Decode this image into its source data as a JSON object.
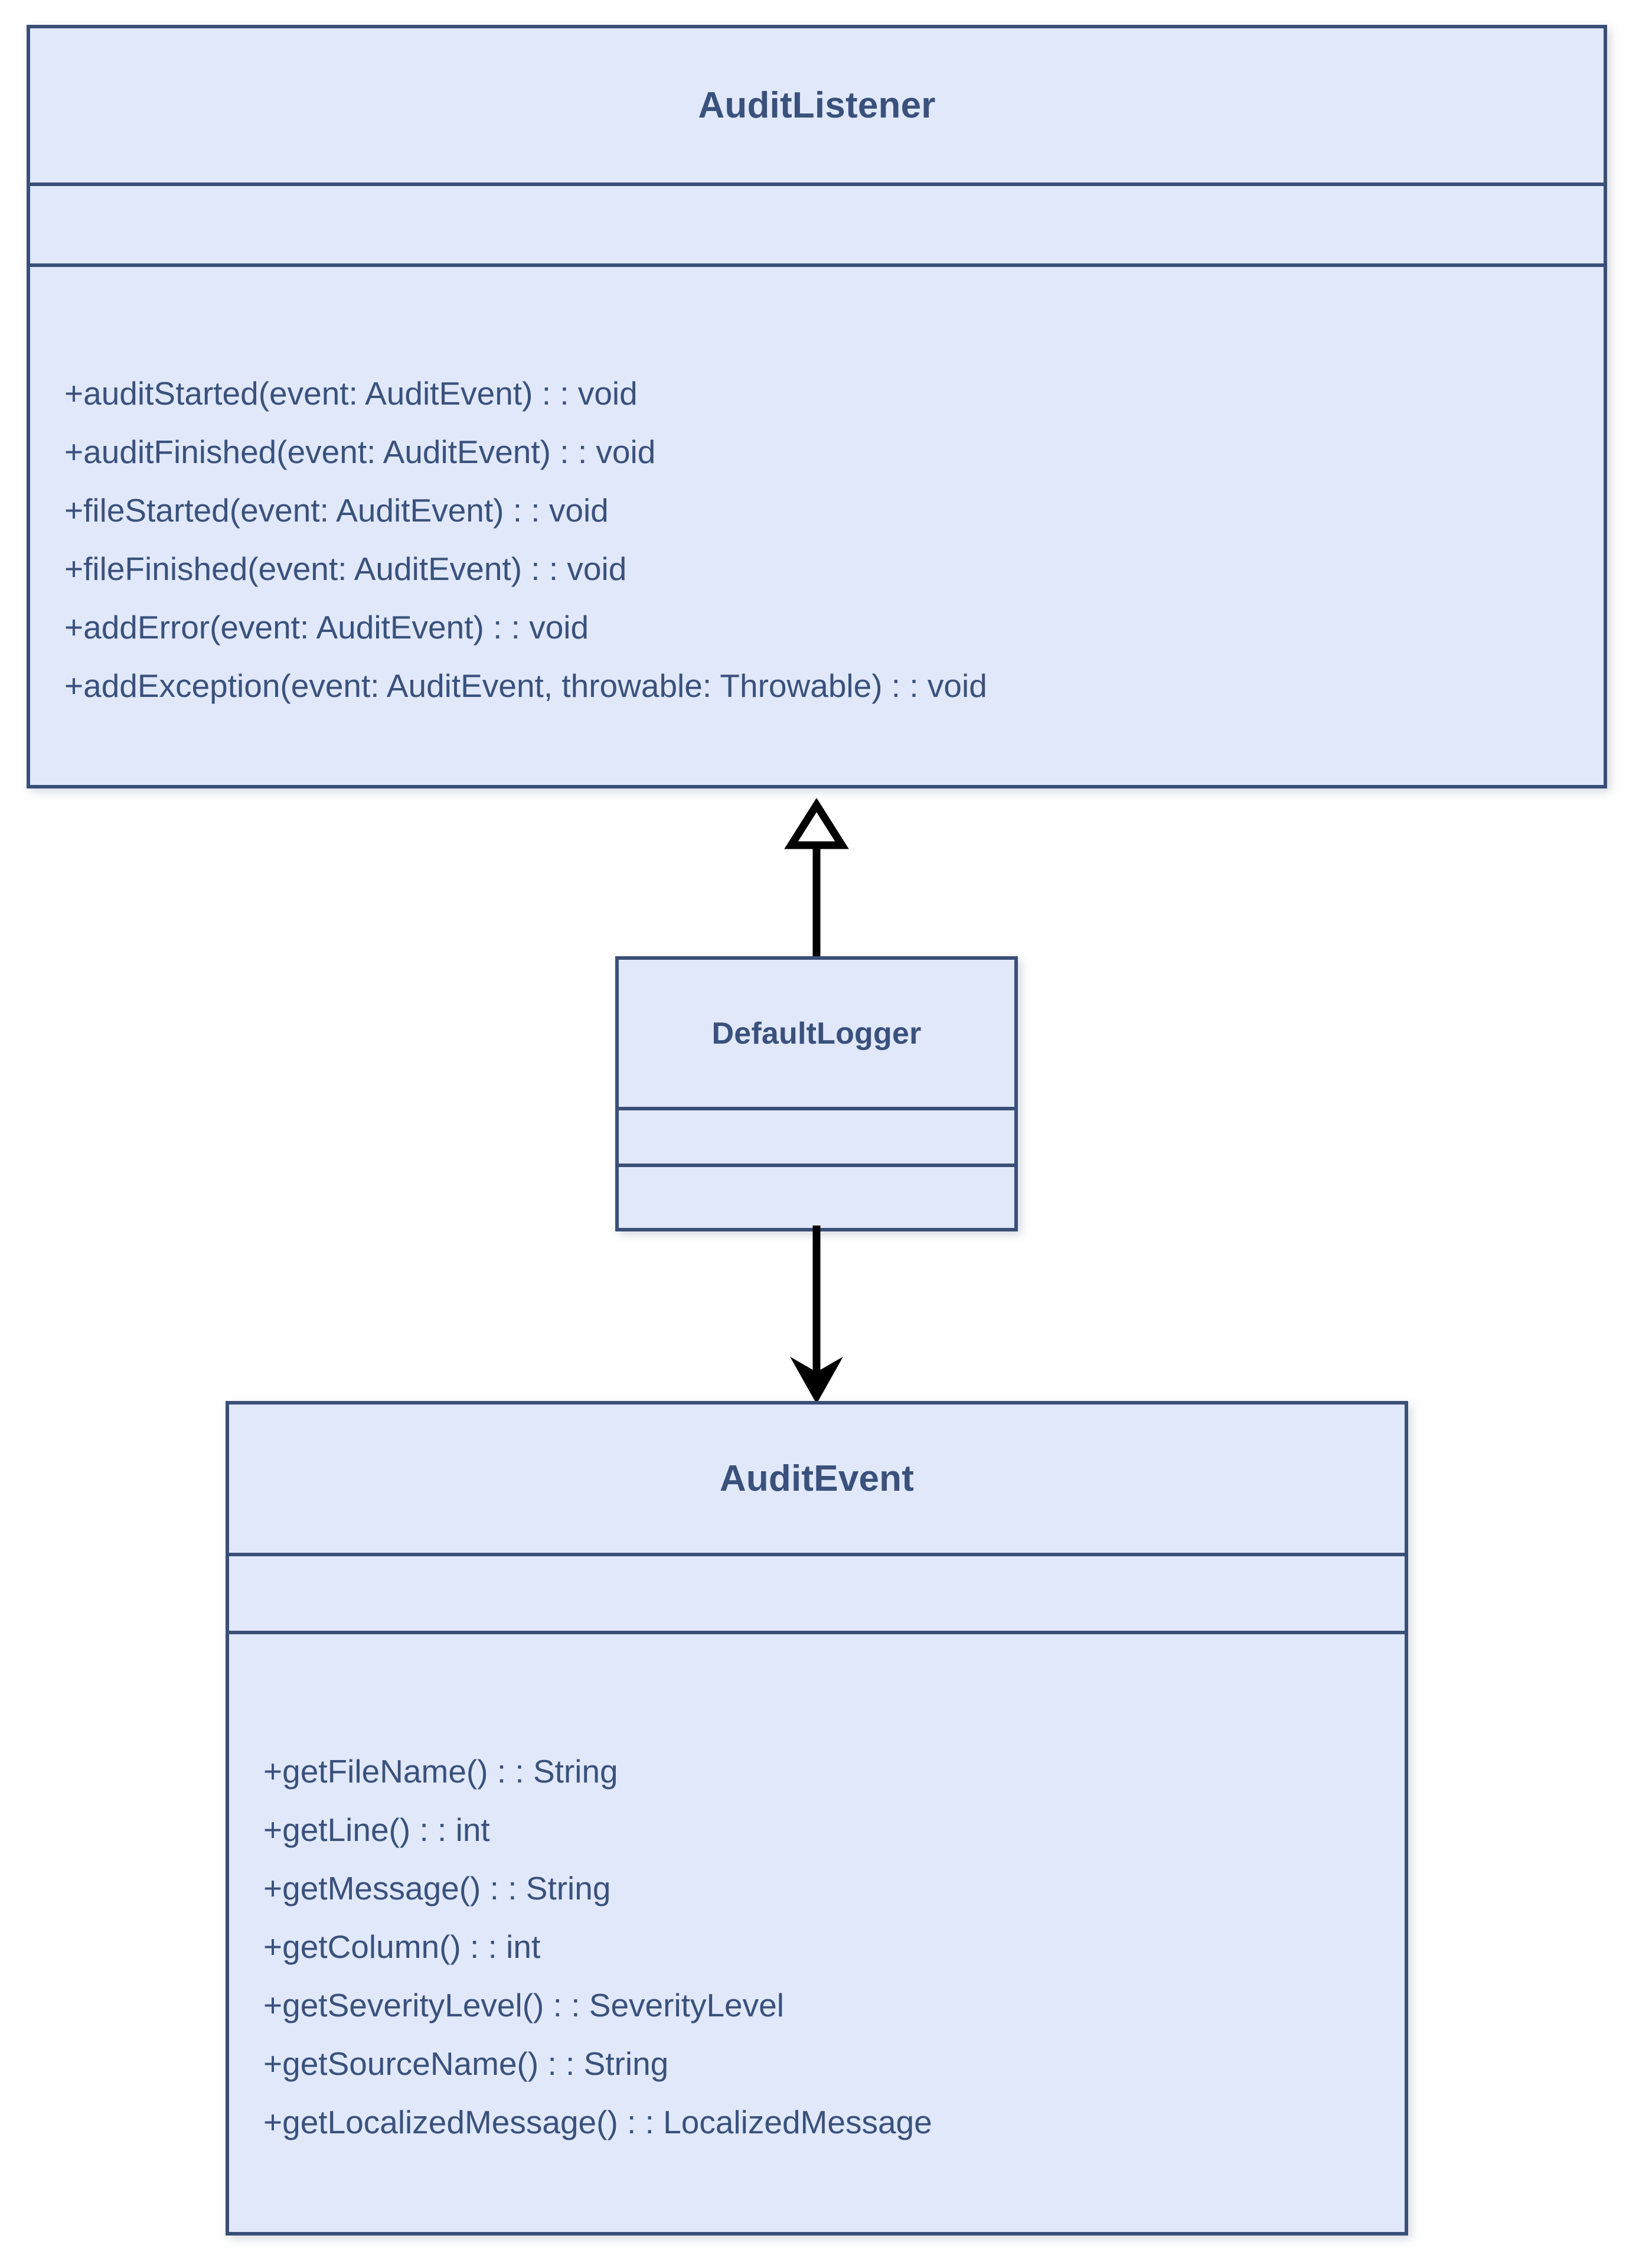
{
  "diagram": {
    "type": "uml-class-diagram",
    "background_color": "#ffffff",
    "box_fill_color": "#e1e8f9",
    "box_border_color": "#3a4f78",
    "text_color": "#39517c",
    "connector_color": "#000000"
  },
  "classes": [
    {
      "id": "auditlistener",
      "name": "AuditListener",
      "attributes": [],
      "methods": [
        "+auditStarted(event: AuditEvent) : : void",
        "+auditFinished(event: AuditEvent) : : void",
        "+fileStarted(event: AuditEvent) : : void",
        "+fileFinished(event: AuditEvent) : : void",
        "+addError(event: AuditEvent) : : void",
        "+addException(event: AuditEvent, throwable: Throwable) : : void"
      ]
    },
    {
      "id": "defaultlogger",
      "name": "DefaultLogger",
      "attributes": [],
      "methods": []
    },
    {
      "id": "auditevent",
      "name": "AuditEvent",
      "attributes": [],
      "methods": [
        "+getFileName() : : String",
        "+getLine() : : int",
        "+getMessage() : : String",
        "+getColumn() : : int",
        "+getSeverityLevel() : : SeverityLevel",
        "+getSourceName() : : String",
        "+getLocalizedMessage() : : LocalizedMessage"
      ]
    }
  ],
  "connectors": [
    {
      "id": "generalization",
      "kind": "generalization",
      "arrowhead": "hollow-triangle",
      "from": "DefaultLogger",
      "to": "AuditListener",
      "direction": "up"
    },
    {
      "id": "dependency",
      "kind": "dependency",
      "arrowhead": "solid-arrow",
      "from": "DefaultLogger",
      "to": "AuditEvent",
      "direction": "down"
    }
  ]
}
